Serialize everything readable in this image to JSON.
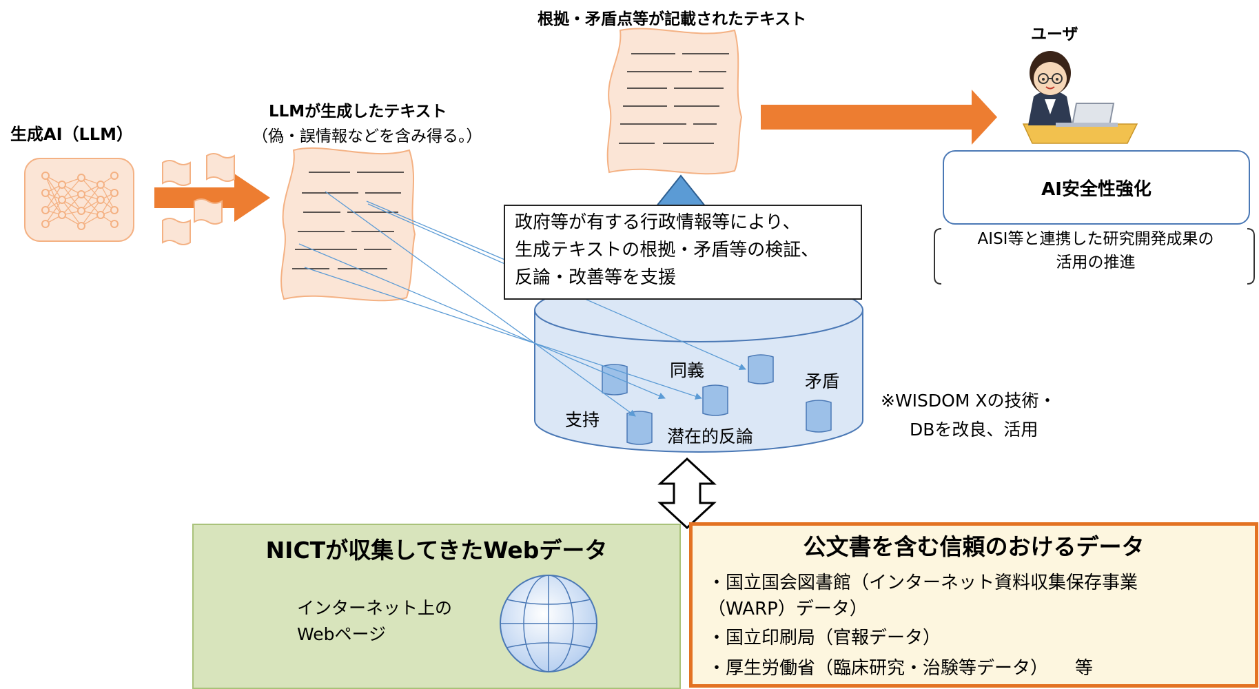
{
  "title_llm": "生成AI（LLM）",
  "llm_text": {
    "title": "LLMが生成したテキスト",
    "subtitle": "（偽・誤情報などを含み得る。）"
  },
  "evidence_text": {
    "title": "根拠・矛盾点等が記載されたテキスト"
  },
  "user": {
    "label": "ユーザ"
  },
  "ai_safety": {
    "label": "AI安全性強化",
    "note_line1": "AISI等と連携した研究開発成果の",
    "note_line2": "活用の推進"
  },
  "verification": {
    "line1": "政府等が有する行政情報等により、",
    "line2": "生成テキストの根拠・矛盾等の検証、",
    "line3": "反論・改善等を支援"
  },
  "database": {
    "labels": {
      "synonym": "同義",
      "contradiction": "矛盾",
      "support": "支持",
      "latent_rebuttal": "潜在的反論"
    },
    "note_line1": "※WISDOM Xの技術・",
    "note_line2": "DBを改良、活用"
  },
  "web_panel": {
    "title": "NICTが収集してきたWebデータ",
    "text_line1": "インターネット上の",
    "text_line2": "Webページ"
  },
  "trust_panel": {
    "title": "公文書を含む信頼のおけるデータ",
    "items": [
      "・国立国会図書館（インターネット資料収集保存事業",
      "（WARP）データ）",
      "・国立印刷局（官報データ）",
      "・厚生労働省（臨床研究・治験等データ）　　等"
    ]
  },
  "colors": {
    "orange": "#ed7d31",
    "blue": "#5b9bd5",
    "doc_fill": "#fbe5d6",
    "green_panel": "#d8e4bc",
    "cream_panel": "#fdf6df"
  }
}
